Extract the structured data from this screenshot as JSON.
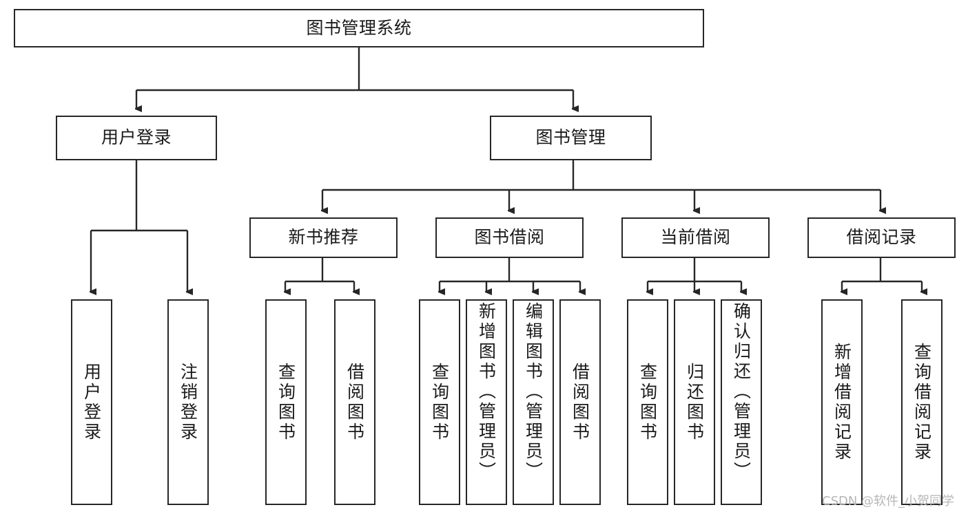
{
  "diagram": {
    "title": "图书管理系统",
    "type": "tree-hierarchy",
    "orientation": "top-down",
    "root": {
      "id": "root",
      "label": "图书管理系统"
    },
    "level2": [
      {
        "id": "user-login",
        "label": "用户登录"
      },
      {
        "id": "book-manage",
        "label": "图书管理"
      }
    ],
    "level3": [
      {
        "id": "new-book-recommend",
        "label": "新书推荐",
        "parent": "book-manage"
      },
      {
        "id": "book-borrow",
        "label": "图书借阅",
        "parent": "book-manage"
      },
      {
        "id": "current-borrow",
        "label": "当前借阅",
        "parent": "book-manage"
      },
      {
        "id": "borrow-record",
        "label": "借阅记录",
        "parent": "book-manage"
      }
    ],
    "leaves": {
      "user_login": [
        {
          "id": "leaf-user-login",
          "label": "用户登录"
        },
        {
          "id": "leaf-logout",
          "label": "注销登录"
        }
      ],
      "new_book_recommend": [
        {
          "id": "leaf-query-book-1",
          "label": "查询图书"
        },
        {
          "id": "leaf-borrow-book-1",
          "label": "借阅图书"
        }
      ],
      "book_borrow": [
        {
          "id": "leaf-query-book-2",
          "label": "查询图书"
        },
        {
          "id": "leaf-add-book",
          "label": "新增图书（管理员）"
        },
        {
          "id": "leaf-edit-book",
          "label": "编辑图书（管理员）"
        },
        {
          "id": "leaf-borrow-book-2",
          "label": "借阅图书"
        }
      ],
      "current_borrow": [
        {
          "id": "leaf-query-book-3",
          "label": "查询图书"
        },
        {
          "id": "leaf-return-book",
          "label": "归还图书"
        },
        {
          "id": "leaf-confirm-return",
          "label": "确认归还（管理员）"
        }
      ],
      "borrow_record": [
        {
          "id": "leaf-add-record",
          "label": "新增借阅记录"
        },
        {
          "id": "leaf-query-record",
          "label": "查询借阅记录"
        }
      ]
    }
  },
  "watermark": {
    "text": "CSDN @软件_小贺同学"
  },
  "colors": {
    "background": "#ffffff",
    "box_border": "#262626",
    "box_fill": "#ffffff",
    "text": "#1a1a1a",
    "edge": "#262626",
    "watermark": "#b6b6b6"
  }
}
